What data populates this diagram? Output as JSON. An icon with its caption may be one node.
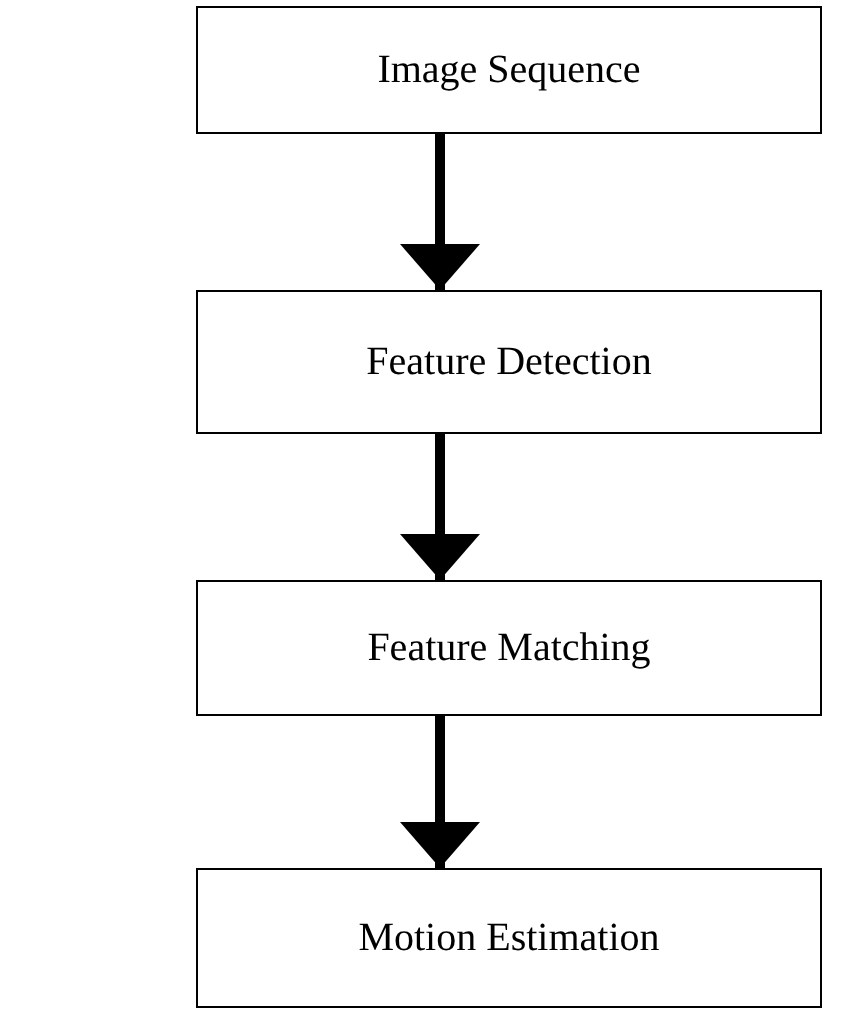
{
  "diagram": {
    "nodes": [
      {
        "text": [
          "Image Sequence"
        ]
      },
      {
        "text": [
          "Feature Detection"
        ]
      },
      {
        "text": [
          "Feature Matching"
        ]
      },
      {
        "text": [
          "Motion Estimation"
        ]
      }
    ],
    "edges": [
      {
        "from": 0,
        "to": 1,
        "arrow": "to"
      },
      {
        "from": 1,
        "to": 2,
        "arrow": "to"
      },
      {
        "from": 2,
        "to": 3,
        "arrow": "to"
      }
    ]
  }
}
